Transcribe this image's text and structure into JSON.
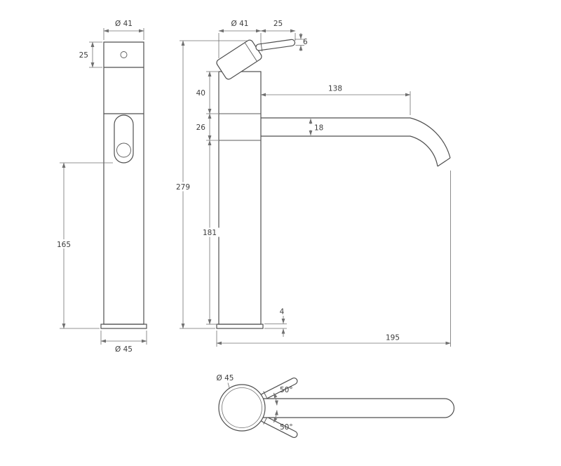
{
  "page": {
    "background": "#ffffff",
    "line_color": "#4f4f4f",
    "dimension_color": "#707070"
  },
  "front_view": {
    "top_diameter": "Ø 41",
    "cap_height": "25",
    "outlet_height": "165",
    "base_diameter": "Ø 45"
  },
  "side_view": {
    "top_diameter": "Ø 41",
    "handle_length": "25",
    "handle_tip_diameter": "6",
    "upper_section_height": "40",
    "spout_section_height": "26",
    "spout_reach": "138",
    "spout_tube_diameter": "18",
    "total_height": "279",
    "lower_body_height": "181",
    "base_plate_height": "4",
    "overall_reach": "195"
  },
  "plan_view": {
    "base_diameter": "Ø 45",
    "handle_swivel_upper": "50°",
    "handle_swivel_lower": "50°"
  }
}
